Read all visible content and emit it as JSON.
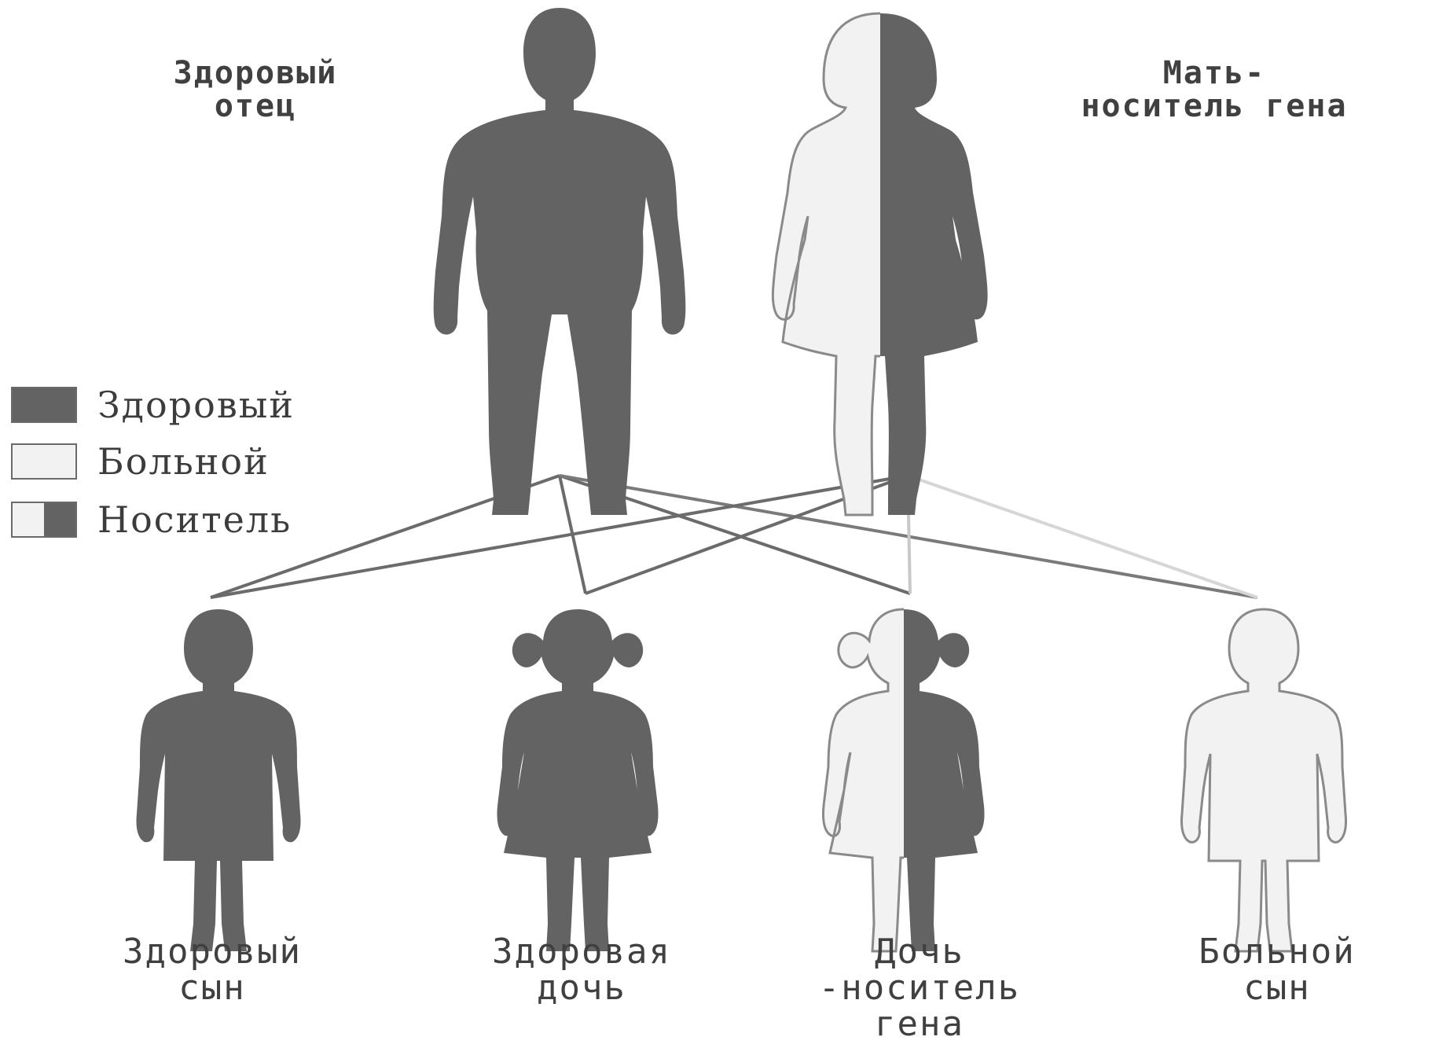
{
  "colors": {
    "healthy": "#636363",
    "sick": "#f2f2f2",
    "outline": "#8a8a8a"
  },
  "parents": {
    "father": {
      "label_line1": "Здоровый",
      "label_line2": "отец",
      "status": "healthy"
    },
    "mother": {
      "label_line1": "Мать-",
      "label_line2": "носитель гена",
      "status": "carrier"
    }
  },
  "legend": {
    "items": [
      {
        "label": "Здоровый",
        "status": "healthy"
      },
      {
        "label": "Больной",
        "status": "sick"
      },
      {
        "label": "Носитель",
        "status": "carrier"
      }
    ]
  },
  "children": {
    "son_healthy": {
      "label_line1": "Здоровый",
      "label_line2": "сын",
      "status": "healthy"
    },
    "daughter_healthy": {
      "label_line1": "Здоровая",
      "label_line2": "дочь",
      "status": "healthy"
    },
    "daughter_carrier": {
      "label_line1": "Дочь",
      "label_line2": "-носитель",
      "label_line3": "гена",
      "status": "carrier"
    },
    "son_sick": {
      "label_line1": "Больной",
      "label_line2": "сын",
      "status": "sick"
    }
  }
}
